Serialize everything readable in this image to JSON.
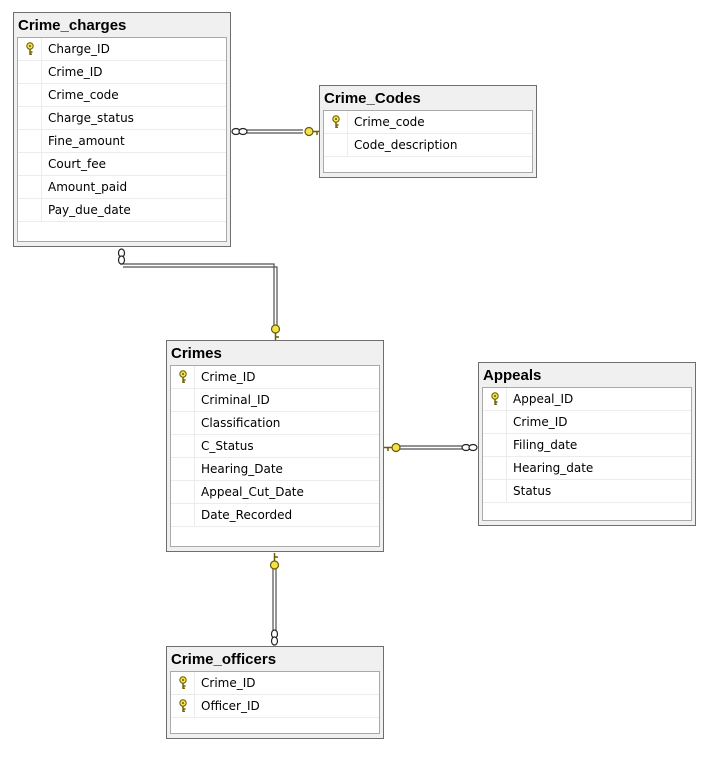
{
  "tables": {
    "crime_charges": {
      "title": "Crime_charges",
      "columns": [
        {
          "name": "Charge_ID",
          "key": true
        },
        {
          "name": "Crime_ID",
          "key": false
        },
        {
          "name": "Crime_code",
          "key": false
        },
        {
          "name": "Charge_status",
          "key": false
        },
        {
          "name": "Fine_amount",
          "key": false
        },
        {
          "name": "Court_fee",
          "key": false
        },
        {
          "name": "Amount_paid",
          "key": false
        },
        {
          "name": "Pay_due_date",
          "key": false
        }
      ]
    },
    "crime_codes": {
      "title": "Crime_Codes",
      "columns": [
        {
          "name": "Crime_code",
          "key": true
        },
        {
          "name": "Code_description",
          "key": false
        }
      ]
    },
    "crimes": {
      "title": "Crimes",
      "columns": [
        {
          "name": "Crime_ID",
          "key": true
        },
        {
          "name": "Criminal_ID",
          "key": false
        },
        {
          "name": "Classification",
          "key": false
        },
        {
          "name": "C_Status",
          "key": false
        },
        {
          "name": "Hearing_Date",
          "key": false
        },
        {
          "name": "Appeal_Cut_Date",
          "key": false
        },
        {
          "name": "Date_Recorded",
          "key": false
        }
      ]
    },
    "appeals": {
      "title": "Appeals",
      "columns": [
        {
          "name": "Appeal_ID",
          "key": true
        },
        {
          "name": "Crime_ID",
          "key": false
        },
        {
          "name": "Filing_date",
          "key": false
        },
        {
          "name": "Hearing_date",
          "key": false
        },
        {
          "name": "Status",
          "key": false
        }
      ]
    },
    "crime_officers": {
      "title": "Crime_officers",
      "columns": [
        {
          "name": "Crime_ID",
          "key": true
        },
        {
          "name": "Officer_ID",
          "key": true
        }
      ]
    }
  },
  "relationships": [
    {
      "from": "crime_charges",
      "to": "crime_codes",
      "many_end": "crime_charges",
      "one_end": "crime_codes"
    },
    {
      "from": "crime_charges",
      "to": "crimes",
      "many_end": "crime_charges",
      "one_end": "crimes"
    },
    {
      "from": "appeals",
      "to": "crimes",
      "many_end": "appeals",
      "one_end": "crimes"
    },
    {
      "from": "crime_officers",
      "to": "crimes",
      "many_end": "crime_officers",
      "one_end": "crimes"
    }
  ],
  "colors": {
    "key_fill": "#f2e34a",
    "key_stroke": "#6b5a00",
    "line": "#505050",
    "panel": "#f0f0f0",
    "border": "#6e6e6e"
  }
}
